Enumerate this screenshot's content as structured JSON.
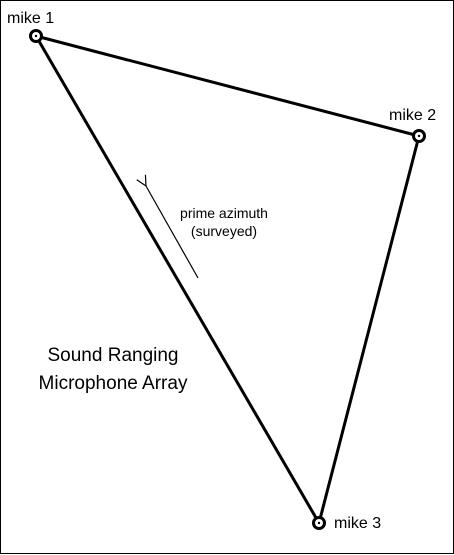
{
  "microphones": [
    {
      "id": "mike-1",
      "label": "mike 1"
    },
    {
      "id": "mike-2",
      "label": "mike 2"
    },
    {
      "id": "mike-3",
      "label": "mike 3"
    }
  ],
  "azimuth_note": {
    "line1": "prime azimuth",
    "line2": "(surveyed)"
  },
  "array_caption": {
    "line1": "Sound Ranging",
    "line2": "Microphone Array"
  },
  "colors": {
    "line": "#000000",
    "background": "#ffffff"
  }
}
